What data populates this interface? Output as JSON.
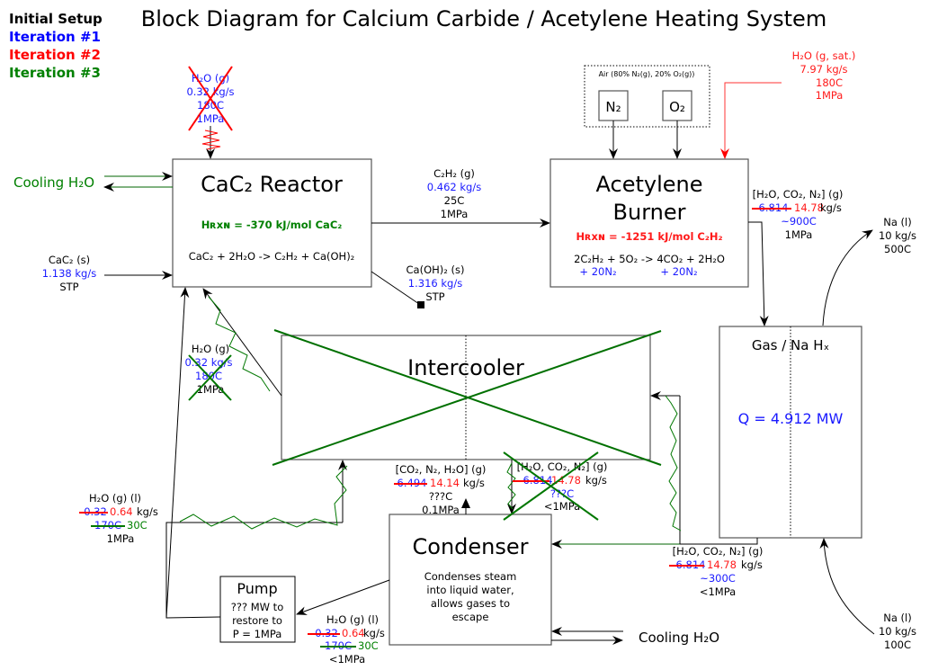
{
  "title": "Block Diagram for Calcium Carbide / Acetylene Heating System",
  "legend": [
    {
      "label": "Initial Setup",
      "color": "#000000"
    },
    {
      "label": "Iteration #1",
      "color": "#0000ff"
    },
    {
      "label": "Iteration #2",
      "color": "#ff0000"
    },
    {
      "label": "Iteration #3",
      "color": "#008000"
    }
  ],
  "reactor": {
    "title": "CaC₂ Reactor",
    "hrxn": "Hʀxɴ = -370 kJ/mol CaC₂",
    "equation": "CaC₂ + 2H₂O -> C₂H₂ + Ca(OH)₂"
  },
  "burner": {
    "title1": "Acetylene",
    "title2": "Burner",
    "hrxn": "Hʀxɴ = -1251 kJ/mol C₂H₂",
    "equation": "2C₂H₂ + 5O₂ -> 4CO₂ + 2H₂O",
    "n2_left": "+ 20N₂",
    "n2_right": "+ 20N₂"
  },
  "air": {
    "label": "Air (80% N₂(g), 20% O₂(g))",
    "n2": "N₂",
    "o2": "O₂"
  },
  "hx": {
    "title": "Gas / Na Hₓ",
    "q": "Q = 4.912 MW"
  },
  "intercooler": {
    "title": "Intercooler"
  },
  "condenser": {
    "title": "Condenser",
    "desc": [
      "Condenses steam",
      "into liquid water,",
      "allows gases to",
      "escape"
    ]
  },
  "pump": {
    "title": "Pump",
    "desc": [
      "??? MW to",
      "restore to",
      "P = 1MPa"
    ]
  },
  "streams": {
    "h2o_top": [
      "H₂O (g)",
      "0.32 kg/s",
      "180C",
      "1MPa"
    ],
    "cooling_left": "Cooling H₂O",
    "cooling_right": "Cooling H₂O",
    "cac2_in": [
      "CaC₂ (s)",
      "1.138 kg/s",
      "STP"
    ],
    "c2h2": [
      "C₂H₂ (g)",
      "0.462 kg/s",
      "25C",
      "1MPa"
    ],
    "caoh2": [
      "Ca(OH)₂ (s)",
      "1.316 kg/s",
      "STP"
    ],
    "steam_sat": [
      "H₂O (g, sat.)",
      "7.97 kg/s",
      "180C",
      "1MPa"
    ],
    "burner_out": {
      "species": "[H₂O, CO₂, N₂] (g)",
      "old": "6.814",
      "new": "14.78",
      "unit": "kg/s",
      "temp": "~900C",
      "p": "1MPa"
    },
    "na_out": [
      "Na (l)",
      "10 kg/s",
      "500C"
    ],
    "na_in": [
      "Na (l)",
      "10 kg/s",
      "100C"
    ],
    "h2o_mid": [
      "H₂O (g)",
      "0.32 kg/s",
      "180C",
      "1MPa"
    ],
    "hx_out": {
      "species": "[H₂O, CO₂, N₂] (g)",
      "old": "6.814",
      "new": "14.78",
      "unit": "kg/s",
      "temp": "~300C",
      "p": "<1MPa"
    },
    "ic_out": {
      "species": "[H₂O, CO₂, N₂] (g)",
      "old": "6.814",
      "new": "14.78",
      "unit": "kg/s",
      "temp": "???C",
      "p": "<1MPa"
    },
    "cond_gas": {
      "species": "[CO₂, N₂, H₂O] (g)",
      "old": "6.494",
      "new": "14.14",
      "unit": "kg/s",
      "temp": "???C",
      "p": "0.1MPa"
    },
    "pump_out": {
      "species": "H₂O (g) (l)",
      "old": "0.32",
      "new": "0.64",
      "unit": "kg/s",
      "temp_old": "170C",
      "temp_new": "30C",
      "p": "1MPa"
    },
    "cond_liq": {
      "species": "H₂O (g) (l)",
      "old": "0.32",
      "new": "0.64",
      "unit": "kg/s",
      "temp_old": "170C",
      "temp_new": "30C",
      "p": "<1MPa"
    }
  }
}
